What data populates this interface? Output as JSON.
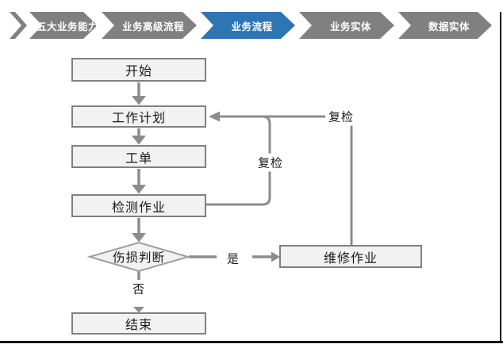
{
  "banner": {
    "items": [
      {
        "label": "五大业务能力",
        "active": false
      },
      {
        "label": "业务高级流程",
        "active": false
      },
      {
        "label": "业务流程",
        "active": true
      },
      {
        "label": "业务实体",
        "active": false
      },
      {
        "label": "数据实体",
        "active": false
      }
    ],
    "colors": {
      "inactive": "#808080",
      "active": "#2e75b6",
      "text": "#ffffff"
    }
  },
  "flowchart": {
    "nodes": {
      "start": "开始",
      "work_plan": "工作计划",
      "work_order": "工单",
      "inspection": "检测作业",
      "damage_decision": "伤损判断",
      "repair": "维修作业",
      "end": "结束"
    },
    "edge_labels": {
      "recheck_inner": "复检",
      "recheck_outer": "复检",
      "yes": "是",
      "no": "否"
    },
    "colors": {
      "node_fill": "#f2f2f2",
      "node_border": "#808080",
      "connector": "#8c8c8c",
      "text": "#1a1a1a"
    }
  }
}
